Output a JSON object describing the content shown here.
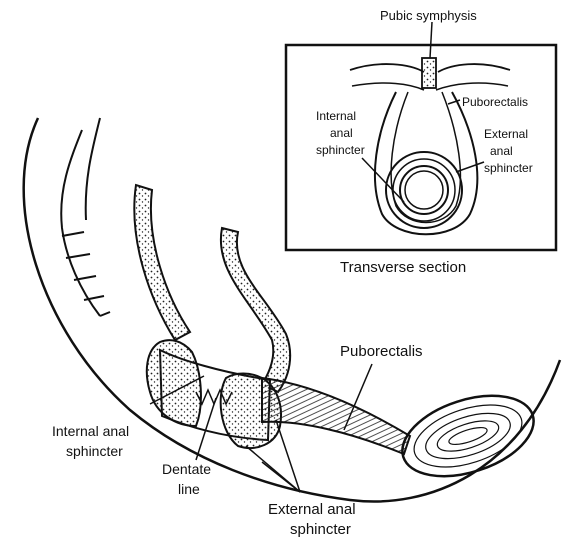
{
  "labels": {
    "pubic_symphysis": "Pubic symphysis",
    "inset_puborectalis": "Puborectalis",
    "inset_internal_line1": "Internal",
    "inset_internal_line2": "anal",
    "inset_internal_line3": "sphincter",
    "inset_external_line1": "External",
    "inset_external_line2": "anal",
    "inset_external_line3": "sphincter",
    "transverse_section": "Transverse section",
    "main_puborectalis": "Puborectalis",
    "main_internal_line1": "Internal anal",
    "main_internal_line2": "sphincter",
    "dentate_line1": "Dentate",
    "dentate_line2": "line",
    "main_external_line1": "External anal",
    "main_external_line2": "sphincter"
  },
  "colors": {
    "ink": "#111111",
    "paper": "#ffffff"
  }
}
